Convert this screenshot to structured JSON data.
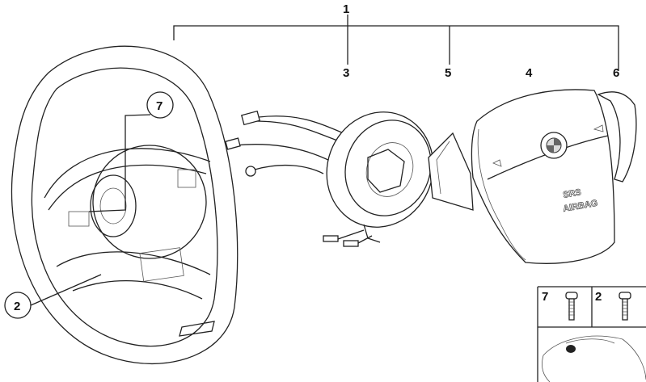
{
  "callouts": {
    "c1": "1",
    "c2": "2",
    "c3": "3",
    "c4": "4",
    "c5": "5",
    "c6": "6",
    "c7": "7"
  },
  "airbag_text": {
    "line1": "SRS",
    "line2": "AIRBAG"
  },
  "inset": {
    "left_label": "7",
    "right_label": "2"
  }
}
